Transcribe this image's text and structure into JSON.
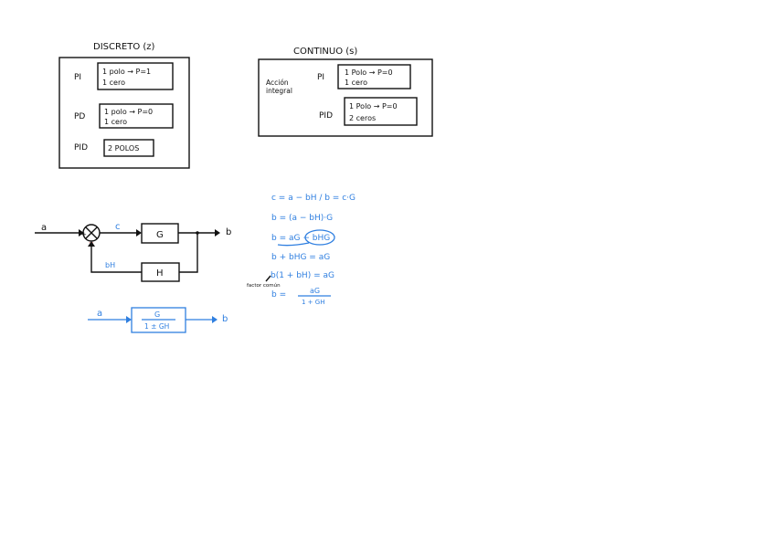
{
  "colors": {
    "ink": "#111111",
    "blue": "#2f7fe0"
  },
  "discreto": {
    "title": "DISCRETO (z)",
    "pi_label": "PI",
    "pi_line1": "1 polo → P=1",
    "pi_line2": "1 cero",
    "pd_label": "PD",
    "pd_line1": "1 polo → P=0",
    "pd_line2": "1 cero",
    "pid_label": "PID",
    "pid_box": "2 POLOS"
  },
  "continuo": {
    "title": "CONTINUO (s)",
    "accion_line1": "Acción",
    "accion_line2": "integral",
    "pi_label": "PI",
    "pi_line1": "1 Polo → P=0",
    "pi_line2": "1 cero",
    "pid_label": "PID",
    "pid_line1": "1 Polo → P=0",
    "pid_line2": "2 ceros"
  },
  "block_diagram": {
    "input": "a",
    "error": "c",
    "plant": "G",
    "output": "b",
    "feedback_block": "H",
    "feedback_signal": "bH",
    "sum_plus": "+",
    "sum_minus": "−"
  },
  "reduced": {
    "input": "a",
    "numerator": "G",
    "denominator": "1 ± GH",
    "output": "b"
  },
  "equations": [
    "c = a − bH   /   b = c·G",
    "b = (a − bH)·G",
    "b = aG − bHG",
    "b + bHG = aG",
    "b(1 + bH) = aG"
  ],
  "final_eq": {
    "lhs": "b =",
    "numerator": "aG",
    "denominator": "1 + GH"
  },
  "annotation": "factor común"
}
